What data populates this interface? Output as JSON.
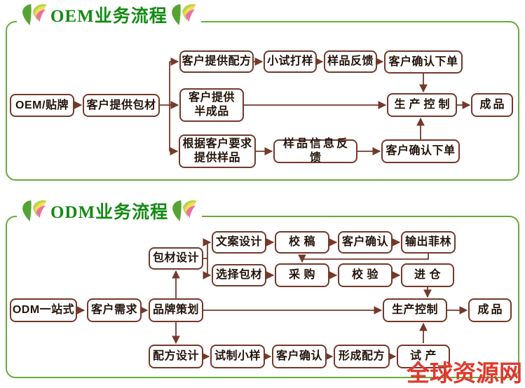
{
  "colors": {
    "panel_border_green": "#66ac3a",
    "title_green": "#148a14",
    "box_border_brown": "#74392b",
    "box_text": "#231309",
    "watermark_red": "#e0392e",
    "leaf_green": "#56a334",
    "leaf_light_green": "#b9d44f",
    "leaf_yellow": "#f3df52",
    "leaf_pink": "#ee6fa8"
  },
  "oem": {
    "title": "OEM业务流程",
    "nodes": {
      "start": "OEM/贴牌",
      "packaging": "客户提供包材",
      "formula": "客户提供配方",
      "pilot": "小试打样",
      "feedback": "样品反馈",
      "confirm_top": "客户确认下单",
      "semi_finished": "客户提供\n半成品",
      "production": "生产控制",
      "finished": "成品",
      "sample_request": "根据客户要求\n提供样品",
      "sample_info": "样品信息反馈",
      "confirm_bottom": "客户确认下单"
    }
  },
  "odm": {
    "title": "ODM业务流程",
    "nodes": {
      "start": "ODM一站式",
      "demand": "客户需求",
      "brand": "品牌策划",
      "package_design": "包材设计",
      "copy_design": "文案设计",
      "proofread": "校 稿",
      "client_confirm_a": "客户确认",
      "film_output": "输出菲林",
      "choose_package": "选择包材",
      "purchase": "采 购",
      "verify": "校 验",
      "warehouse": "进 仓",
      "production": "生产控制",
      "finished": "成品",
      "formula_design": "配方设计",
      "trial_sample": "试制小样",
      "client_confirm_b": "客户确认",
      "form_formula": "形成配方",
      "pilot_production": "试 产"
    }
  },
  "watermark": "全球资源网"
}
